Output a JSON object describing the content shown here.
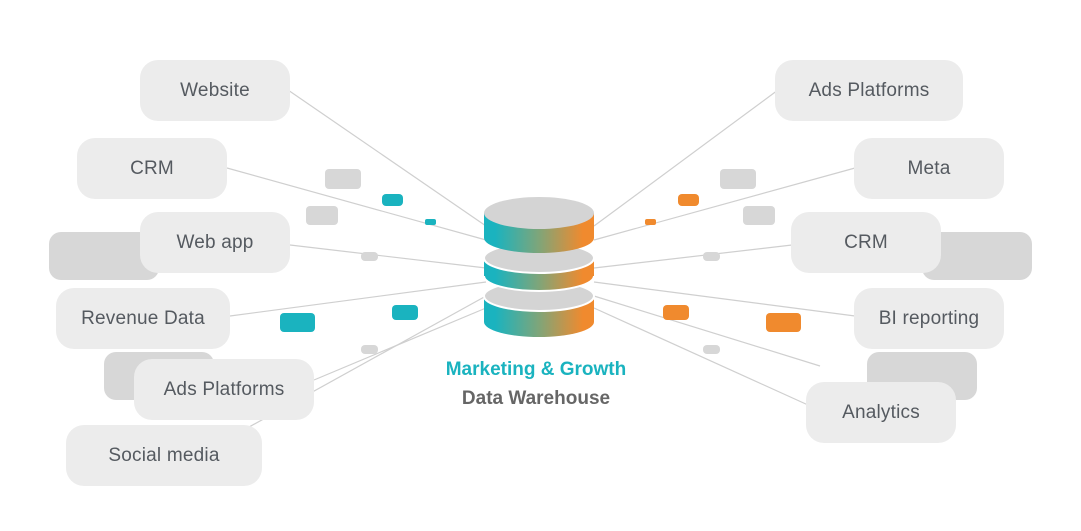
{
  "colors": {
    "teal": "#1ab3bf",
    "orange": "#f08a2e",
    "node_fill": "#ececec",
    "ghost_fill": "#d7d7d7",
    "line": "#cfcfcf",
    "label_text": "#555a60",
    "caption_secondary": "#666666"
  },
  "center": {
    "icon": "database-icon",
    "title_line1": "Marketing & Growth",
    "title_line2": "Data Warehouse"
  },
  "sources": [
    {
      "name": "source-website",
      "label": "Website"
    },
    {
      "name": "source-crm",
      "label": "CRM"
    },
    {
      "name": "source-web-app",
      "label": "Web app"
    },
    {
      "name": "source-revenue-data",
      "label": "Revenue Data"
    },
    {
      "name": "source-ads-platforms",
      "label": "Ads Platforms"
    },
    {
      "name": "source-social-media",
      "label": "Social media"
    }
  ],
  "destinations": [
    {
      "name": "dest-ads-platforms",
      "label": "Ads Platforms"
    },
    {
      "name": "dest-meta",
      "label": "Meta"
    },
    {
      "name": "dest-crm",
      "label": "CRM"
    },
    {
      "name": "dest-bi-reporting",
      "label": "BI reporting"
    },
    {
      "name": "dest-analytics",
      "label": "Analytics"
    }
  ]
}
